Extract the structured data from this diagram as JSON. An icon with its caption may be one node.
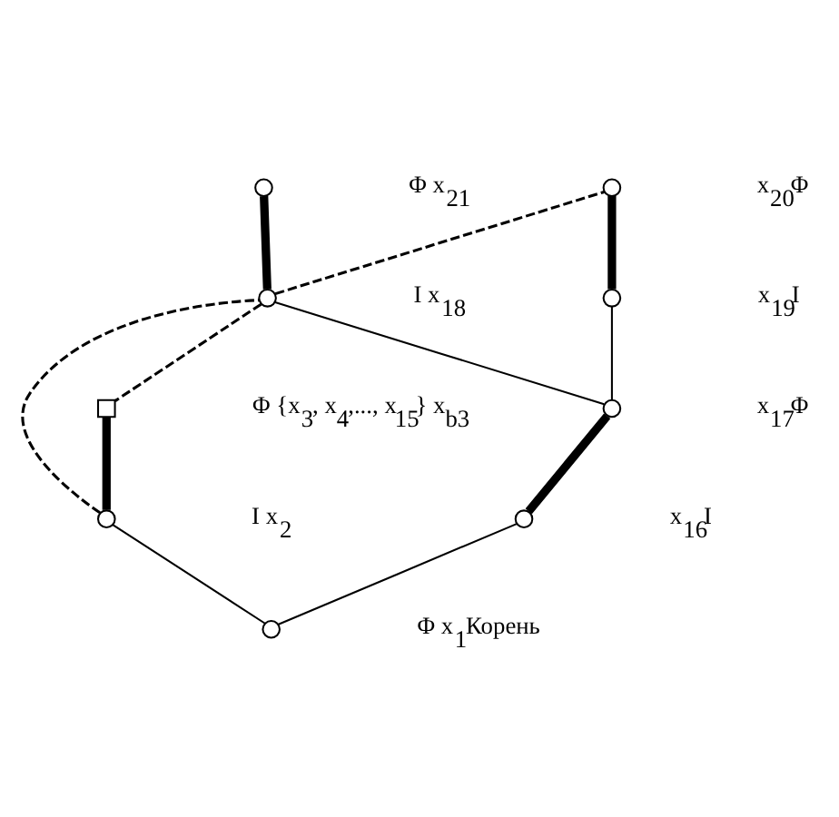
{
  "diagram": {
    "nodes": [
      {
        "text": [],
        "shape": "circle",
        "beside": [
          "x$_{20}$",
          "Φ"
        ]
      },
      {
        "text": [],
        "shape": "circle",
        "beside": [
          "Φ",
          "x$_{21}$"
        ]
      },
      {
        "text": [],
        "shape": "circle",
        "beside": [
          "x$_{19}$",
          "I"
        ]
      },
      {
        "text": [],
        "shape": "circle",
        "beside": [
          "I",
          "x$_{18}$"
        ]
      },
      {
        "text": [],
        "shape": "box",
        "beside": [
          "Φ",
          "{x$_{3}$, x$_{4}$,..., x$_{15}$}",
          "x$_{b3}$"
        ]
      },
      {
        "text": [],
        "shape": "circle",
        "beside": [
          "x$_{17}$",
          "Φ"
        ]
      },
      {
        "text": [],
        "shape": "circle",
        "beside": [
          "I",
          "x$_{2}$"
        ]
      },
      {
        "text": [],
        "shape": "circle",
        "beside": [
          "x$_{16}$",
          "I"
        ]
      },
      {
        "text": [],
        "shape": "circle",
        "beside": [
          "Φ",
          "x$_{1}$",
          "Корень"
        ]
      }
    ],
    "edges": [
      {
        "from": 8,
        "to": 6,
        "arrow": "none"
      },
      {
        "from": 8,
        "to": 7,
        "arrow": "none"
      },
      {
        "from": 7,
        "to": 5,
        "arrow": "none",
        "style": "thick"
      },
      {
        "from": 6,
        "to": 4,
        "arrow": "none",
        "style": "thick"
      },
      {
        "from": 5,
        "to": 3,
        "arrow": "none"
      },
      {
        "from": 5,
        "to": 2,
        "arrow": "none"
      },
      {
        "from": 3,
        "to": 4,
        "arrow": "none",
        "style": "dashed"
      },
      {
        "from": 3,
        "to": 1,
        "arrow": "none",
        "style": "thick"
      },
      {
        "from": 2,
        "to": 0,
        "arrow": "none",
        "style": "thick"
      },
      {
        "from": 6,
        "to": 3,
        "arrow": "none",
        "style": "dashed"
      },
      {
        "from": 3,
        "to": 0,
        "arrow": "none",
        "style": "dashed"
      }
    ]
  }
}
